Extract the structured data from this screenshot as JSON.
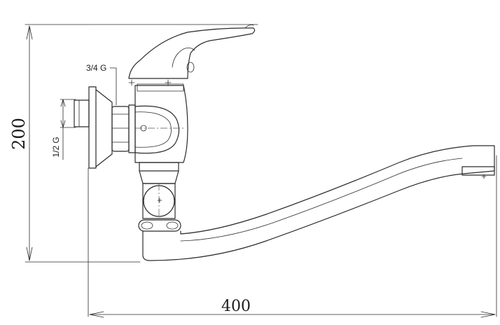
{
  "drawing": {
    "dimensions": {
      "height_value": "200",
      "width_value": "400"
    },
    "callouts": {
      "inlet_thread": "3/4 G",
      "pipe_thread": "1/2 G"
    }
  }
}
